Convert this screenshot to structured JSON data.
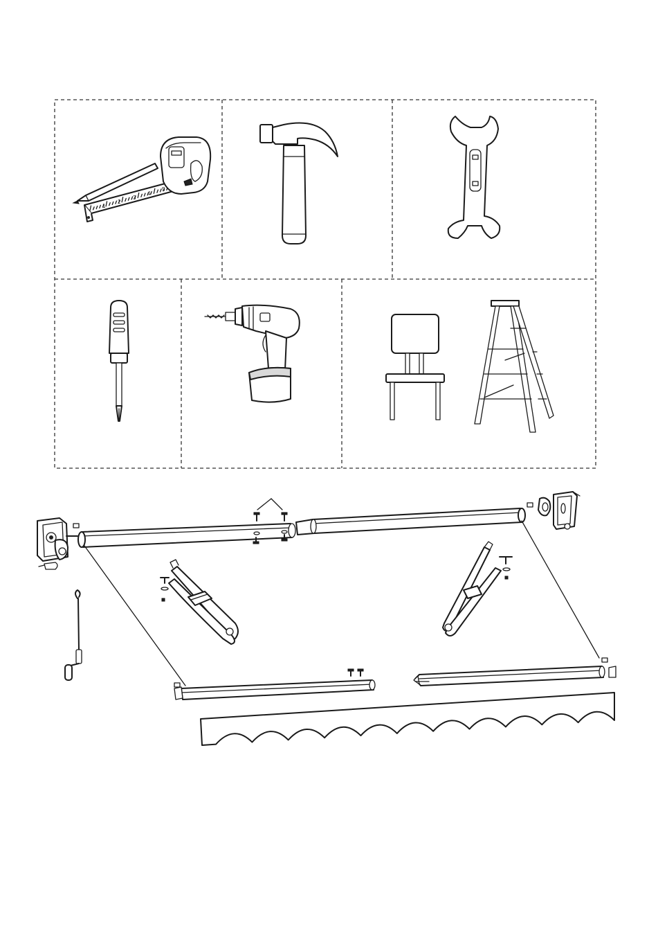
{
  "tape_ticks": [
    "1",
    "2",
    "3",
    "4",
    "5"
  ],
  "tools": [
    {
      "name": "tape-measure-and-pencil"
    },
    {
      "name": "hammer"
    },
    {
      "name": "wrench"
    },
    {
      "name": "screwdriver"
    },
    {
      "name": "power-drill"
    },
    {
      "name": "chair"
    },
    {
      "name": "ladder"
    }
  ],
  "parts": [
    "left-bracket",
    "front-bar",
    "rear-bar",
    "left-arm",
    "right-arm",
    "crank-handle",
    "right-bracket",
    "valance"
  ]
}
